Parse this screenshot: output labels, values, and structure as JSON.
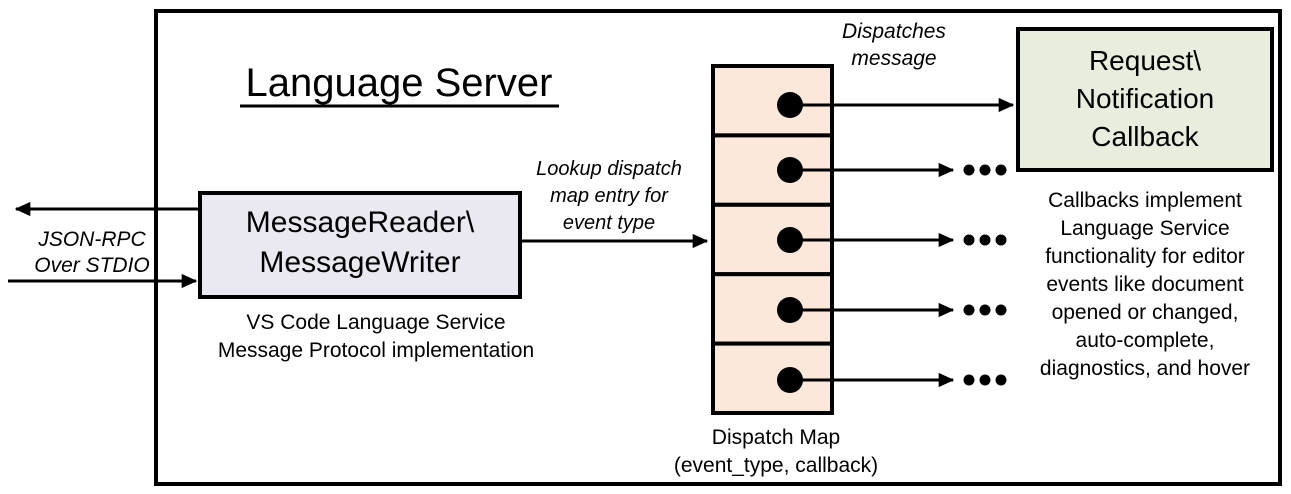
{
  "diagram": {
    "title": "Language Server",
    "outer_frame": {
      "name": "language-server-boundary"
    },
    "io_label": {
      "line1": "JSON-RPC",
      "line2": "Over STDIO"
    },
    "message_box": {
      "line1": "MessageReader\\",
      "line2": "MessageWriter",
      "fill": "#eae8f0",
      "caption_line1": "VS Code Language Service",
      "caption_line2": "Message Protocol implementation"
    },
    "lookup_label": {
      "line1": "Lookup dispatch",
      "line2": "map entry for",
      "line3": "event type"
    },
    "dispatch_map": {
      "fill": "#fce8da",
      "rows": 5,
      "caption_line1": "Dispatch Map",
      "caption_line2": "(event_type, callback)"
    },
    "dispatch_label": {
      "line1": "Dispatches",
      "line2": "message"
    },
    "callback_box": {
      "line1": "Request\\",
      "line2": "Notification",
      "line3": "Callback",
      "fill": "#e8eedd"
    },
    "callback_note": [
      "Callbacks implement",
      "Language Service",
      "functionality for editor",
      "events like document",
      "opened or changed,",
      "auto-complete,",
      "diagnostics, and hover"
    ],
    "ellipsis": "…"
  }
}
